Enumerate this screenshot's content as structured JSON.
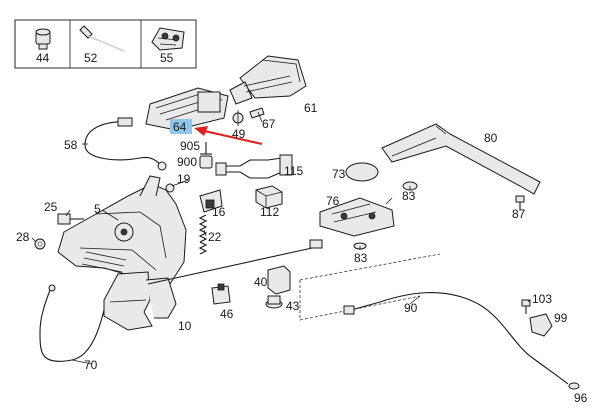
{
  "callouts": {
    "n44": "44",
    "n52": "52",
    "n55": "55",
    "n61": "61",
    "n49": "49",
    "n67": "67",
    "n64": "64",
    "n58": "58",
    "n905": "905",
    "n900": "900",
    "n19": "19",
    "n115": "115",
    "n73": "73",
    "n80": "80",
    "n76": "76",
    "n83a": "83",
    "n87": "87",
    "n25": "25",
    "n5": "5",
    "n16": "16",
    "n112": "112",
    "n28": "28",
    "n22": "22",
    "n83b": "83",
    "n40": "40",
    "n43": "43",
    "n46": "46",
    "n10": "10",
    "n90": "90",
    "n103": "103",
    "n99": "99",
    "n70": "70",
    "n96": "96"
  },
  "highlight": {
    "color": "#8fc7ea",
    "arrow_color": "#e02020"
  }
}
